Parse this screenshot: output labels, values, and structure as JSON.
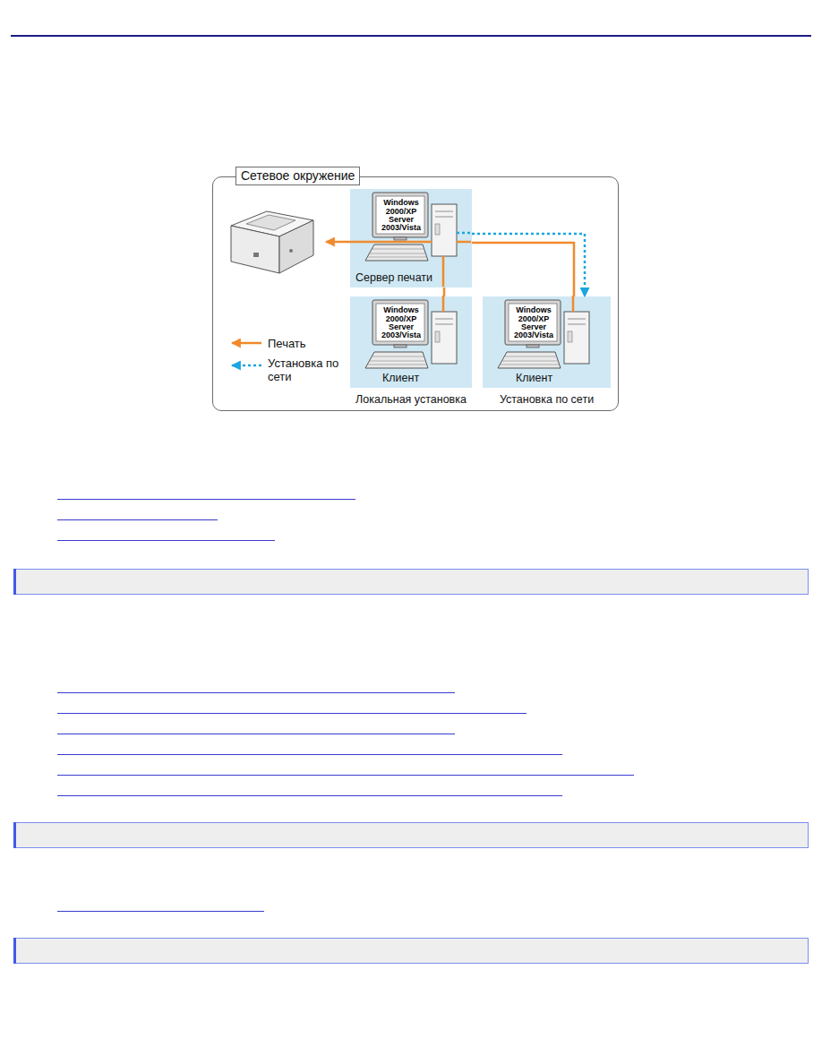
{
  "diagram": {
    "nodes": [
      {
        "text": [
          "Сетевое окружение"
        ]
      },
      {
        "text": [
          "Windows 2000/XP Server 2003/Vista",
          "Сервер печати"
        ],
        "in": 0
      },
      {
        "text": [
          "Windows 2000/XP Server 2003/Vista",
          "Клиент",
          "Локальная установка"
        ],
        "in": 0
      },
      {
        "text": [
          "Windows 2000/XP Server 2003/Vista",
          "Клиент",
          "Установка по сети"
        ],
        "in": 0
      }
    ],
    "edges": [
      {
        "from": 2,
        "to": 1,
        "arrow": "none"
      },
      {
        "from": 3,
        "to": 1,
        "arrow": "none"
      },
      {
        "from": 1,
        "to": 3,
        "arrow": "to"
      }
    ],
    "legend": [
      {
        "text": "Печать"
      },
      {
        "text": "Установка по сети"
      }
    ]
  }
}
